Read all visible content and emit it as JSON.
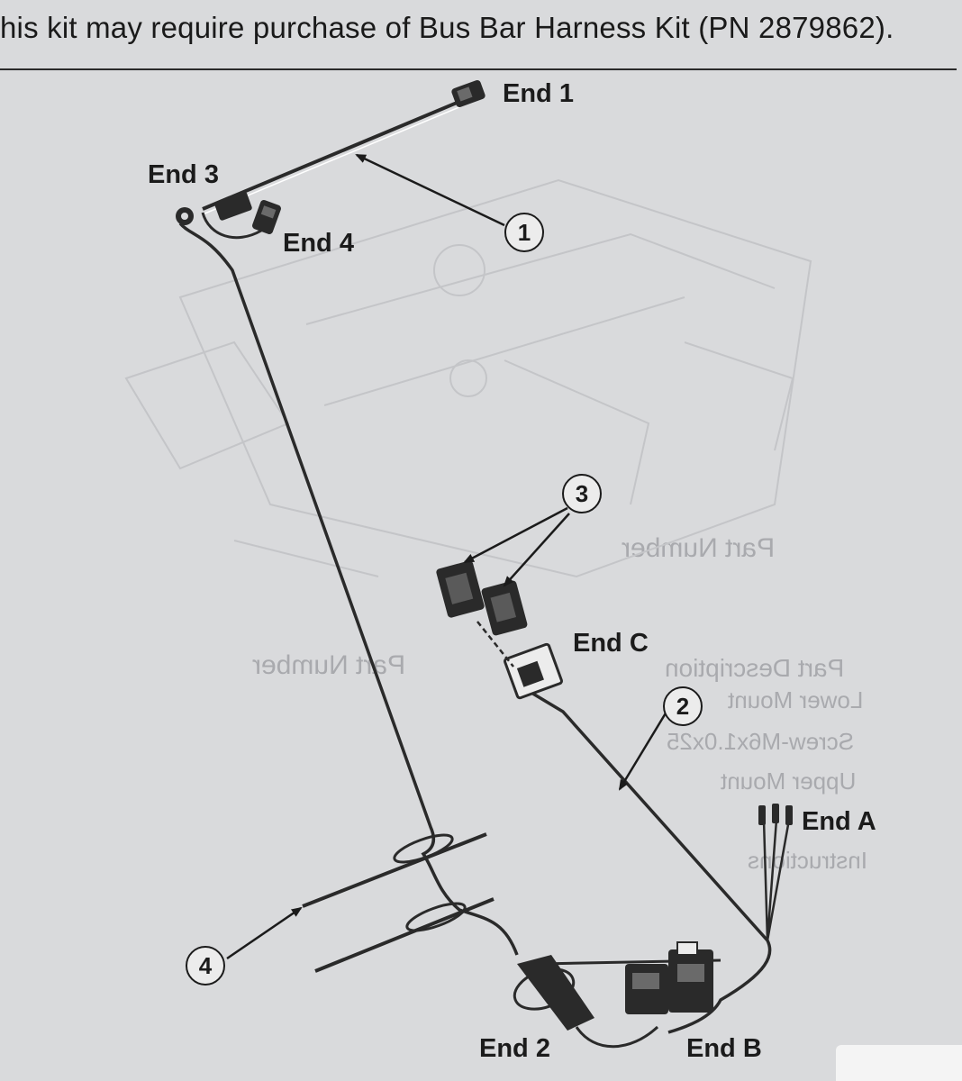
{
  "caption": "his kit may require purchase of Bus Bar Harness Kit (PN 2879862).",
  "labels": {
    "end1": "End 1",
    "end2": "End 2",
    "end3": "End 3",
    "end4": "End 4",
    "endA": "End A",
    "endB": "End B",
    "endC": "End C"
  },
  "callouts": [
    "1",
    "2",
    "3",
    "4"
  ],
  "background_text": [
    "Part Number",
    "Part Description",
    "Lower Mount",
    "Screw-M6x1.0x25",
    "Upper Mount",
    "Instructions",
    "Part Number"
  ],
  "colors": {
    "sheet": "#d9dadc",
    "ink": "#1b1b1b",
    "faded_ink": "#a9aaae"
  }
}
